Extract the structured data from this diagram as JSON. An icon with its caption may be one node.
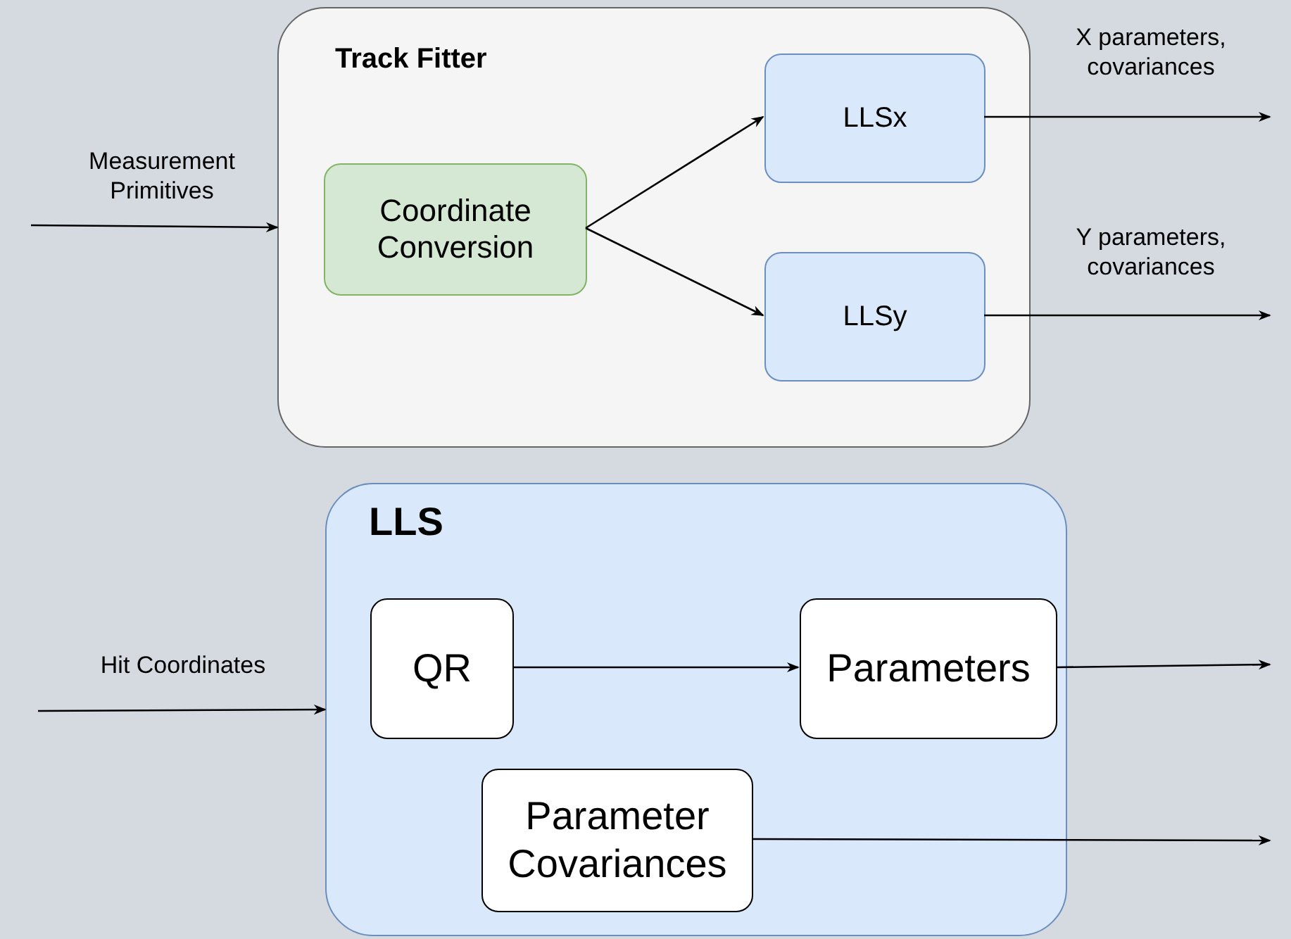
{
  "diagram": {
    "nodes": [
      {
        "text": [
          "Track Fitter"
        ]
      },
      {
        "text": [
          "Coordinate Conversion"
        ],
        "in": 0
      },
      {
        "text": [
          "LLSx"
        ],
        "in": 0
      },
      {
        "text": [
          "LLSy"
        ],
        "in": 0
      },
      {
        "text": [
          "LLS"
        ]
      },
      {
        "text": [
          "QR"
        ],
        "in": 4
      },
      {
        "text": [
          "Parameters"
        ],
        "in": 4
      },
      {
        "text": [
          "Parameter Covariances"
        ],
        "in": 4
      }
    ],
    "edges": [
      {
        "from": null,
        "to": 0,
        "arrow": "to",
        "label": "Measurement Primitives"
      },
      {
        "from": 1,
        "to": 2,
        "arrow": "to"
      },
      {
        "from": 1,
        "to": 3,
        "arrow": "to"
      },
      {
        "from": 2,
        "to": null,
        "arrow": "to",
        "label": "X parameters, covariances"
      },
      {
        "from": 3,
        "to": null,
        "arrow": "to",
        "label": "Y parameters, covariances"
      },
      {
        "from": null,
        "to": 4,
        "arrow": "to",
        "label": "Hit Coordinates"
      },
      {
        "from": 5,
        "to": 6,
        "arrow": "to"
      },
      {
        "from": 6,
        "to": null,
        "arrow": "to"
      },
      {
        "from": 7,
        "to": null,
        "arrow": "to"
      }
    ]
  }
}
